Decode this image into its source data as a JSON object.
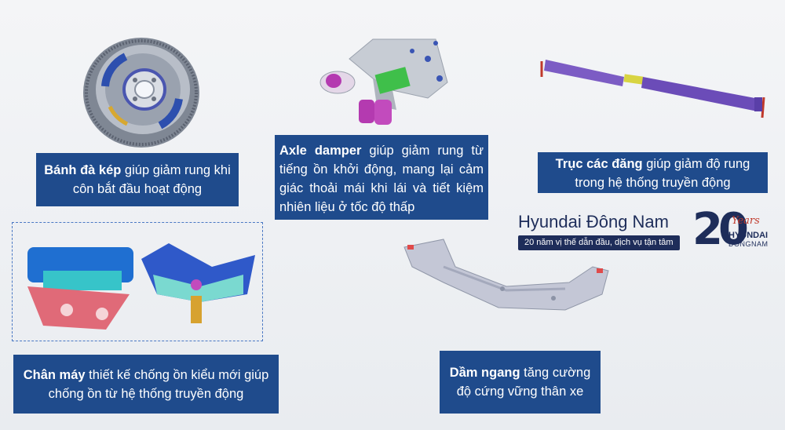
{
  "cards": {
    "flywheel": {
      "bold": "Bánh đà kép",
      "rest": " giúp giảm rung khi côn bắt đầu hoạt động"
    },
    "axle": {
      "bold": "Axle damper",
      "rest": " giúp giảm rung từ tiếng ồn khởi động, mang lại cảm giác thoải mái khi lái và tiết kiệm nhiên liệu ở tốc độ thấp"
    },
    "shaft": {
      "bold": "Trục các đăng",
      "rest": " giúp giảm độ rung trong hệ thống truyền động"
    },
    "mount": {
      "bold": "Chân máy",
      "rest": " thiết kế chống ồn kiểu mới giúp chống ồn từ hệ thống truyền động"
    },
    "crossmember": {
      "bold": "Dầm ngang",
      "rest": " tăng cường độ cứng vững thân xe"
    }
  },
  "brand": {
    "name": "Hyundai Đông Nam",
    "tagline": "20 năm vị thế dẫn đầu, dịch vụ tận tâm",
    "anniversary": "20",
    "years_word": "Years",
    "logo_line1": "HYUNDAI",
    "logo_line2": "DONGNAM"
  },
  "colors": {
    "card_bg": "#1f4b8c",
    "brand_navy": "#1e2d5a"
  }
}
